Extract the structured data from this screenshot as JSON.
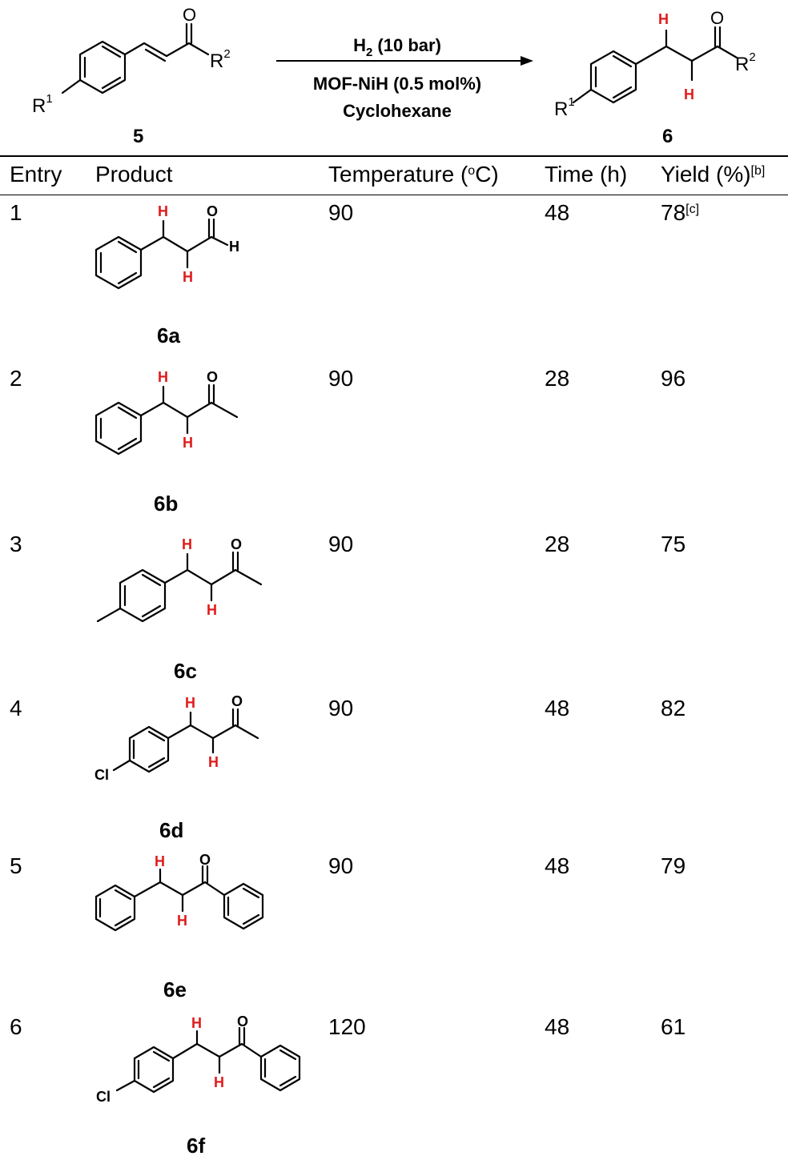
{
  "scheme": {
    "reactant_label": "5",
    "product_label": "6",
    "reactant_r1": "R",
    "reactant_r1_sup": "1",
    "reactant_r2": "R",
    "reactant_r2_sup": "2",
    "reactant_o": "O",
    "product_h_top": "H",
    "product_h_bottom": "H",
    "conditions": {
      "line1_prefix": "H",
      "line1_sub": "2",
      "line1_suffix": " (10 bar)",
      "line2": "MOF-NiH (0.5 mol%)",
      "line3": "Cyclohexane"
    }
  },
  "table": {
    "headers": {
      "entry": "Entry",
      "product": "Product",
      "temperature": "Temperature (",
      "temperature_sup": "o",
      "temperature_end": "C)",
      "time": "Time (h)",
      "yield": "Yield (%)",
      "yield_sup": "[b]"
    },
    "rows": [
      {
        "entry": "1",
        "label": "6a",
        "temperature": "90",
        "time": "48",
        "yield": "78",
        "yield_sup": "[c]"
      },
      {
        "entry": "2",
        "label": "6b",
        "temperature": "90",
        "time": "28",
        "yield": "96",
        "yield_sup": ""
      },
      {
        "entry": "3",
        "label": "6c",
        "temperature": "90",
        "time": "28",
        "yield": "75",
        "yield_sup": ""
      },
      {
        "entry": "4",
        "label": "6d",
        "temperature": "90",
        "time": "48",
        "yield": "82",
        "yield_sup": ""
      },
      {
        "entry": "5",
        "label": "6e",
        "temperature": "90",
        "time": "48",
        "yield": "79",
        "yield_sup": ""
      },
      {
        "entry": "6",
        "label": "6f",
        "temperature": "120",
        "time": "48",
        "yield": "61",
        "yield_sup": ""
      }
    ]
  },
  "atoms": {
    "H": "H",
    "O": "O",
    "Cl": "Cl"
  },
  "colors": {
    "highlight_h": "#e01b1b"
  }
}
